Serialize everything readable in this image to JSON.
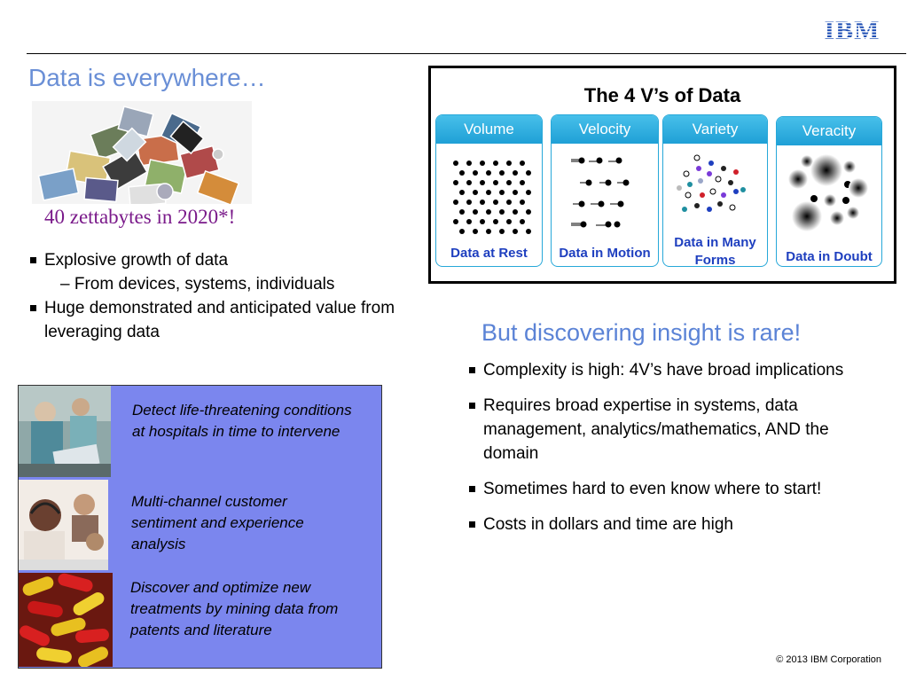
{
  "brand": {
    "logo_text": "IBM",
    "color": "#1f4fb4"
  },
  "title": "Data is everywhere…",
  "stat": "40 zettabytes in 2020*!",
  "left_bullets": [
    {
      "text": "Explosive growth of data",
      "level": 1
    },
    {
      "text": "– From devices, systems, individuals",
      "level": 2
    },
    {
      "text": "Huge demonstrated and anticipated value from leveraging data",
      "level": 1
    }
  ],
  "four_vs": {
    "title": "The 4 V’s of Data",
    "columns": [
      {
        "name": "Volume",
        "caption": "Data at Rest"
      },
      {
        "name": "Velocity",
        "caption": "Data in Motion"
      },
      {
        "name": "Variety",
        "caption": "Data in Many Forms"
      },
      {
        "name": "Veracity",
        "caption": "Data in Doubt"
      }
    ]
  },
  "right_heading": "But discovering insight is rare!",
  "right_bullets": [
    "Complexity is high: 4V’s have broad implications",
    "Requires broad expertise in systems, data management, analytics/mathematics, AND the domain",
    "Sometimes hard to even know where to start!",
    "Costs in dollars and time are high"
  ],
  "use_cases": [
    {
      "text": "Detect life-threatening conditions at hospitals in time to intervene"
    },
    {
      "text": "Multi-channel customer sentiment and experience analysis"
    },
    {
      "text": "Discover and optimize new treatments by mining data from patents and literature"
    }
  ],
  "copyright": "© 2013 IBM Corporation",
  "colors": {
    "title": "#6a8fd6",
    "stat": "#7a1a8a",
    "panel": "#7b86ee",
    "v_header": "#2aaee0",
    "v_caption": "#1e3fbf"
  }
}
